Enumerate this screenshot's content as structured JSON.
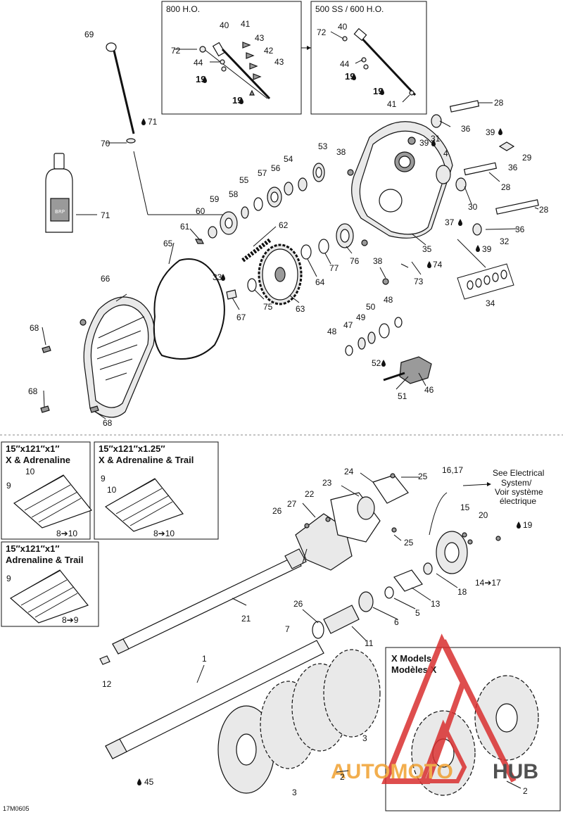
{
  "boxes": {
    "box_800": "800 H.O.",
    "box_500": "500 SS / 600 H.O.",
    "track_a_l1": "15″x121″x1″",
    "track_a_l2": "X & Adrenaline",
    "track_b_l1": "15″x121″x1.25″",
    "track_b_l2": "X & Adrenaline & Trail",
    "track_c_l1": "15″x121″x1″",
    "track_c_l2": "Adrenaline & Trail",
    "xmodels_l1": "X Models",
    "xmodels_l2": "Modèles X",
    "elec_l1": "See Electrical",
    "elec_l2": "System/",
    "elec_l3": "Voir système",
    "elec_l4": "électrique"
  },
  "part_labels": {
    "p1": "1",
    "p2a": "2",
    "p2b": "2",
    "p3a": "3",
    "p3b": "3",
    "p4": "4",
    "p5": "5",
    "p6": "6",
    "p7": "7",
    "p8_10a": "8➔10",
    "p8_10b": "8➔10",
    "p8_9": "8➔9",
    "p9a": "9",
    "p9b": "9",
    "p9c": "9",
    "p10a": "10",
    "p10b": "10",
    "p11": "11",
    "p12": "12",
    "p13": "13",
    "p14_17": "14➔17",
    "p15": "15",
    "p16_17": "16,17",
    "p18": "18",
    "p19a": "19",
    "p19b": "19",
    "p19c": "19",
    "p19d": "19",
    "p19e": "19",
    "p20": "20",
    "p21": "21",
    "p22": "22",
    "p23": "23",
    "p24": "24",
    "p25a": "25",
    "p25b": "25",
    "p26a": "26",
    "p26b": "26",
    "p27": "27",
    "p28a": "28",
    "p28b": "28",
    "p28c": "28",
    "p29": "29",
    "p30": "30",
    "p31": "31",
    "p32": "32",
    "p33": "33",
    "p34": "34",
    "p35": "35",
    "p36a": "36",
    "p36b": "36",
    "p36c": "36",
    "p37": "37",
    "p38a": "38",
    "p38b": "38",
    "p39a": "39",
    "p39b": "39",
    "p39c": "39",
    "p40a": "40",
    "p40b": "40",
    "p41a": "41",
    "p41b": "41",
    "p42": "42",
    "p43a": "43",
    "p43b": "43",
    "p44a": "44",
    "p44b": "44",
    "p45": "45",
    "p46": "46",
    "p47": "47",
    "p48a": "48",
    "p48b": "48",
    "p49": "49",
    "p50": "50",
    "p51": "51",
    "p52": "52",
    "p53": "53",
    "p54": "54",
    "p55": "55",
    "p56": "56",
    "p57": "57",
    "p58": "58",
    "p59": "59",
    "p60": "60",
    "p61": "61",
    "p62": "62",
    "p63": "63",
    "p64": "64",
    "p65": "65",
    "p66": "66",
    "p67": "67",
    "p68a": "68",
    "p68b": "68",
    "p68c": "68",
    "p69": "69",
    "p70": "70",
    "p71a": "71",
    "p71b": "71",
    "p72a": "72",
    "p72b": "72",
    "p73": "73",
    "p74": "74",
    "p75": "75",
    "p76": "76",
    "p77": "77"
  },
  "footer": {
    "code": "17M0605"
  },
  "watermark": {
    "brand_left": "AUTOMOTO",
    "brand_right": "HUB"
  },
  "colors": {
    "watermark_red": "#d93030",
    "watermark_orange": "#f0a030",
    "ink": "#111111"
  }
}
